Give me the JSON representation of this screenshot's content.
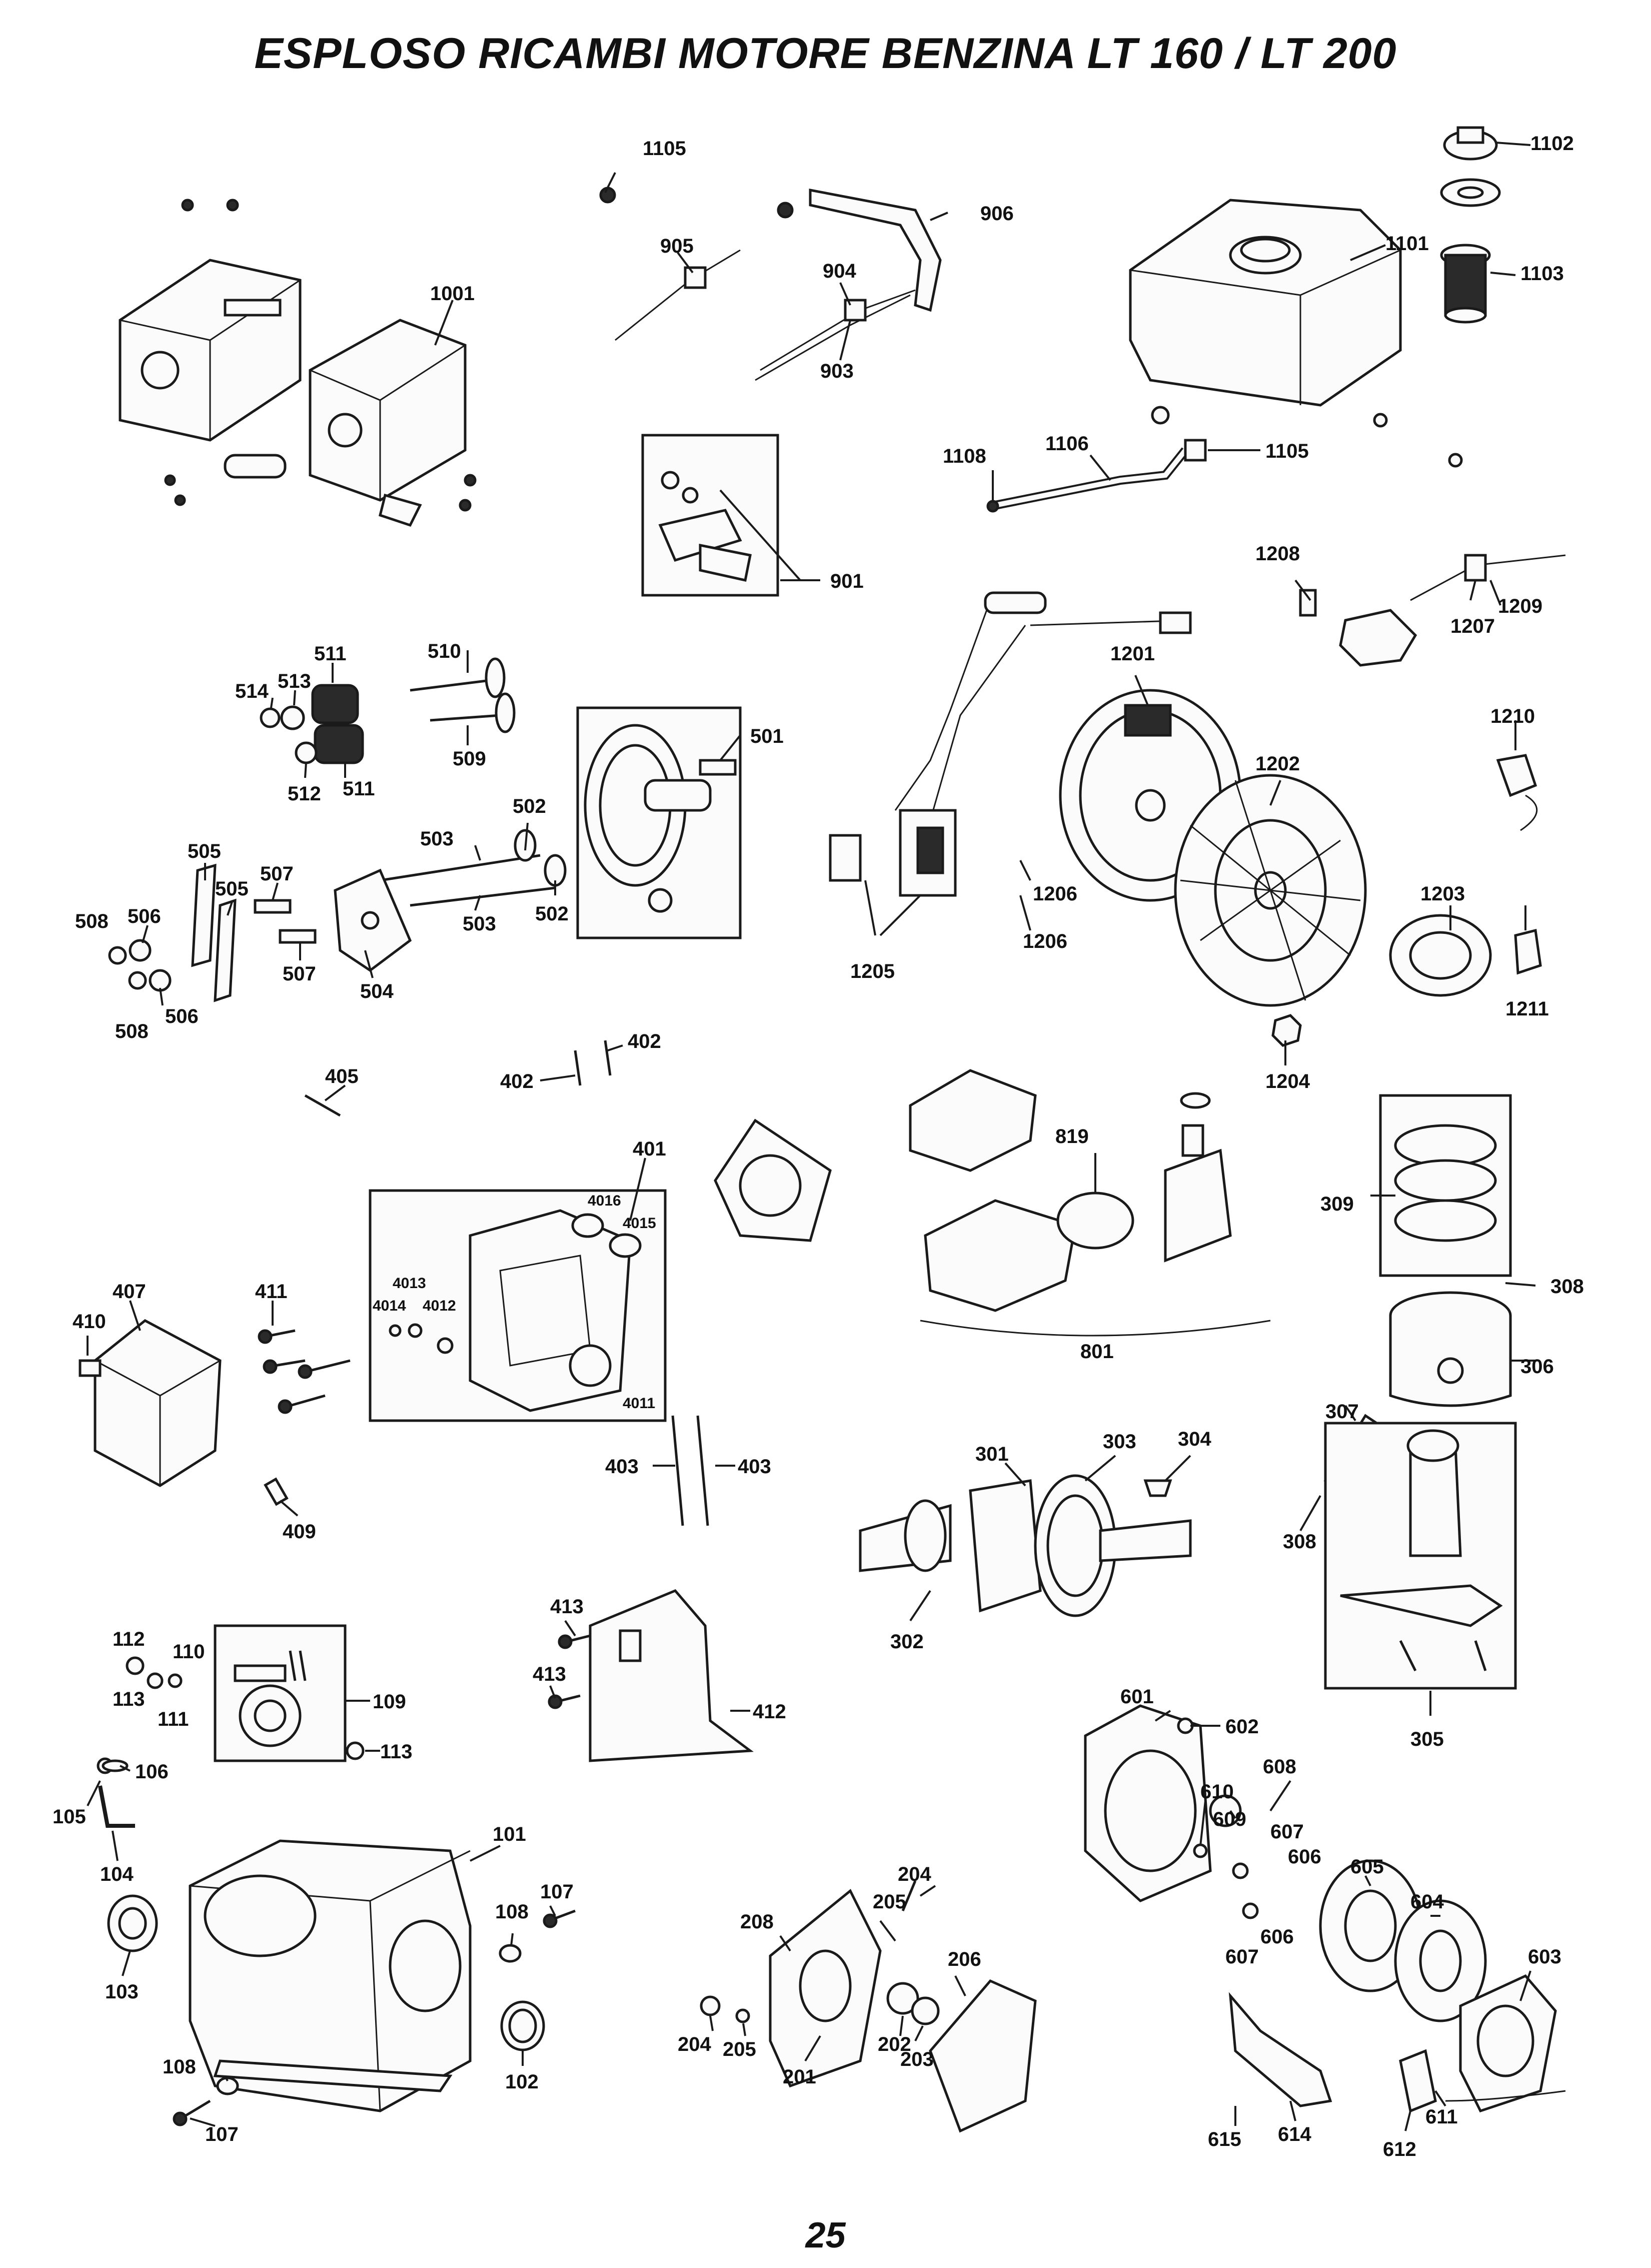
{
  "header": {
    "title": "ESPLOSO RICAMBI MOTORE BENZINA LT 160 / LT 200"
  },
  "footer": {
    "page_number": "25"
  },
  "labels": {
    "p1001": "1001",
    "p1101": "1101",
    "p1102": "1102",
    "p1103": "1103",
    "p1105a": "1105",
    "p1105b": "1105",
    "p1106": "1106",
    "p1108": "1108",
    "p906": "906",
    "p905": "905",
    "p904": "904",
    "p903": "903",
    "p901": "901",
    "p1201": "1201",
    "p1202": "1202",
    "p1203": "1203",
    "p1204": "1204",
    "p1205": "1205",
    "p1206a": "1206",
    "p1206b": "1206",
    "p1207": "1207",
    "p1208": "1208",
    "p1209": "1209",
    "p1210": "1210",
    "p1211": "1211",
    "p501": "501",
    "p502a": "502",
    "p502b": "502",
    "p503a": "503",
    "p503b": "503",
    "p504": "504",
    "p505a": "505",
    "p505b": "505",
    "p506a": "506",
    "p506b": "506",
    "p507a": "507",
    "p507b": "507",
    "p508a": "508",
    "p508b": "508",
    "p509": "509",
    "p510": "510",
    "p511a": "511",
    "p511b": "511",
    "p512": "512",
    "p513": "513",
    "p514": "514",
    "p401": "401",
    "p402a": "402",
    "p402b": "402",
    "p403a": "403",
    "p403b": "403",
    "p405": "405",
    "p407": "407",
    "p409": "409",
    "p410": "410",
    "p411": "411",
    "p412": "412",
    "p413a": "413",
    "p413b": "413",
    "p4011": "4011",
    "p4012": "4012",
    "p4013": "4013",
    "p4014": "4014",
    "p4015": "4015",
    "p4016": "4016",
    "p801": "801",
    "p819": "819",
    "p301": "301",
    "p302": "302",
    "p303": "303",
    "p304": "304",
    "p305": "305",
    "p306": "306",
    "p307": "307",
    "p308a": "308",
    "p308b": "308",
    "p309": "309",
    "p101": "101",
    "p102": "102",
    "p103": "103",
    "p104": "104",
    "p105": "105",
    "p106": "106",
    "p107a": "107",
    "p107b": "107",
    "p108a": "108",
    "p108b": "108",
    "p109": "109",
    "p110": "110",
    "p111": "111",
    "p112": "112",
    "p113a": "113",
    "p113b": "113",
    "p201": "201",
    "p202": "202",
    "p203": "203",
    "p204a": "204",
    "p204b": "204",
    "p205a": "205",
    "p205b": "205",
    "p206": "206",
    "p208": "208",
    "p601": "601",
    "p602": "602",
    "p603": "603",
    "p604": "604",
    "p605": "605",
    "p606a": "606",
    "p606b": "606",
    "p607a": "607",
    "p607b": "607",
    "p608": "608",
    "p609": "609",
    "p610": "610",
    "p611": "611",
    "p612": "612",
    "p614": "614",
    "p615": "615"
  }
}
